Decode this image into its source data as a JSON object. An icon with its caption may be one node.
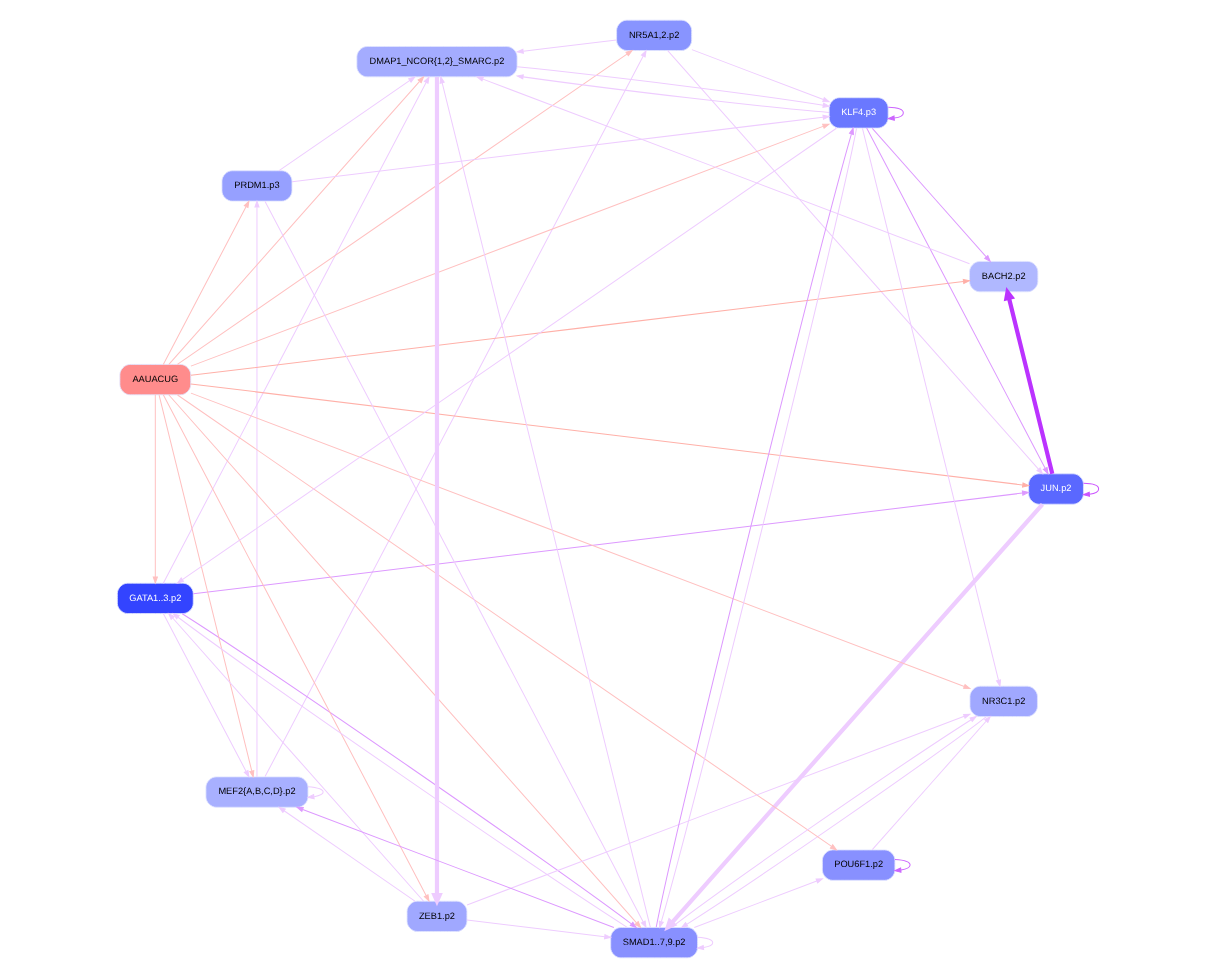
{
  "diagram": {
    "nodes": [
      {
        "text": [
          "NR3C1.p2"
        ]
      },
      {
        "text": [
          "POU6F1.p2"
        ]
      },
      {
        "text": [
          "JUN.p2"
        ]
      },
      {
        "text": [
          "MEF2{A,B,C,D}.p2"
        ]
      },
      {
        "text": [
          "NR5A1,2.p2"
        ]
      },
      {
        "text": [
          "GATA1..3.p2"
        ]
      },
      {
        "text": [
          "AAUACUG"
        ]
      },
      {
        "text": [
          "DMAP1_NCOR{1,2}_SMARC.p2"
        ]
      },
      {
        "text": [
          "KLF4.p3"
        ]
      },
      {
        "text": [
          "PRDM1.p3"
        ]
      },
      {
        "text": [
          "BACH2.p2"
        ]
      },
      {
        "text": [
          "ZEB1.p2"
        ]
      },
      {
        "text": [
          "SMAD1..7,9.p2"
        ]
      }
    ],
    "edges": [
      {
        "from": 6,
        "to": 0,
        "arrow": "to",
        "color": "#ffc0c0"
      },
      {
        "from": 6,
        "to": 1,
        "arrow": "to",
        "color": "#ffc0c0"
      },
      {
        "from": 6,
        "to": 2,
        "arrow": "to",
        "color": "#ffb0a8"
      },
      {
        "from": 6,
        "to": 3,
        "arrow": "to",
        "color": "#ffc0c0"
      },
      {
        "from": 6,
        "to": 4,
        "arrow": "to",
        "color": "#ffc0c0"
      },
      {
        "from": 6,
        "to": 5,
        "arrow": "to",
        "color": "#ffc0c0"
      },
      {
        "from": 6,
        "to": 7,
        "arrow": "to",
        "color": "#ffc0c0"
      },
      {
        "from": 6,
        "to": 8,
        "arrow": "to",
        "color": "#ffc0c0"
      },
      {
        "from": 6,
        "to": 9,
        "arrow": "to",
        "color": "#ffc0c0"
      },
      {
        "from": 6,
        "to": 10,
        "arrow": "to",
        "color": "#ffb0a8"
      },
      {
        "from": 6,
        "to": 11,
        "arrow": "to",
        "color": "#ffc0c0"
      },
      {
        "from": 6,
        "to": 12,
        "arrow": "to",
        "color": "#ffc0c0"
      },
      {
        "from": 1,
        "to": 1,
        "arrow": "to",
        "color": "#cc66ff"
      },
      {
        "from": 2,
        "to": 2,
        "arrow": "to",
        "color": "#cc55ff"
      },
      {
        "from": 3,
        "to": 3,
        "arrow": "to"
      },
      {
        "from": 8,
        "to": 8,
        "arrow": "to",
        "color": "#cc66ff"
      },
      {
        "from": 12,
        "to": 12,
        "arrow": "to"
      },
      {
        "from": 2,
        "to": 10,
        "arrow": "to",
        "color": "#bb33ff",
        "style": "thick"
      },
      {
        "from": 1,
        "to": 0,
        "arrow": "to"
      },
      {
        "from": 4,
        "to": 2,
        "arrow": "to"
      },
      {
        "from": 4,
        "to": 7,
        "arrow": "to"
      },
      {
        "from": 9,
        "to": 7,
        "arrow": "to"
      },
      {
        "from": 5,
        "to": 3,
        "arrow": "to"
      },
      {
        "from": 8,
        "to": 5,
        "arrow": "to"
      },
      {
        "from": 8,
        "to": 10,
        "arrow": "to",
        "color": "#dd99ff"
      },
      {
        "from": 11,
        "to": 12,
        "arrow": "to"
      },
      {
        "from": 8,
        "to": 2,
        "arrow": "to",
        "color": "#dd99ff"
      },
      {
        "from": 5,
        "to": 2,
        "arrow": "to",
        "color": "#dd99ff"
      },
      {
        "from": 12,
        "to": 8,
        "arrow": "to",
        "color": "#dd99ff"
      },
      {
        "from": 12,
        "to": 3,
        "arrow": "to",
        "color": "#dd99ff"
      },
      {
        "from": 12,
        "to": 5,
        "arrow": "to"
      },
      {
        "from": 12,
        "to": 1,
        "arrow": "to"
      },
      {
        "from": 12,
        "to": 0,
        "arrow": "to"
      },
      {
        "from": 11,
        "to": 0,
        "arrow": "to"
      },
      {
        "from": 7,
        "to": 11,
        "arrow": "to",
        "style": "thick"
      },
      {
        "from": 5,
        "to": 7,
        "arrow": "to"
      },
      {
        "from": 8,
        "to": 7,
        "arrow": "to"
      },
      {
        "from": 10,
        "to": 7,
        "arrow": "to"
      },
      {
        "from": 12,
        "to": 7,
        "arrow": "to"
      },
      {
        "from": 11,
        "to": 3,
        "arrow": "to"
      },
      {
        "from": 11,
        "to": 5,
        "arrow": "to"
      },
      {
        "from": 9,
        "to": 12,
        "arrow": "to"
      },
      {
        "from": 5,
        "to": 12,
        "arrow": "to",
        "color": "#dd99ff"
      },
      {
        "from": 8,
        "to": 12,
        "arrow": "to"
      },
      {
        "from": 8,
        "to": 0,
        "arrow": "to"
      },
      {
        "from": 3,
        "to": 4,
        "arrow": "to"
      },
      {
        "from": 7,
        "to": 8,
        "arrow": "to"
      },
      {
        "from": 4,
        "to": 8,
        "arrow": "to"
      },
      {
        "from": 9,
        "to": 8,
        "arrow": "to"
      },
      {
        "from": 2,
        "to": 12,
        "arrow": "to",
        "style": "thick"
      },
      {
        "from": 0,
        "to": 12,
        "arrow": "to"
      },
      {
        "from": 3,
        "to": 9,
        "arrow": "to"
      }
    ]
  }
}
